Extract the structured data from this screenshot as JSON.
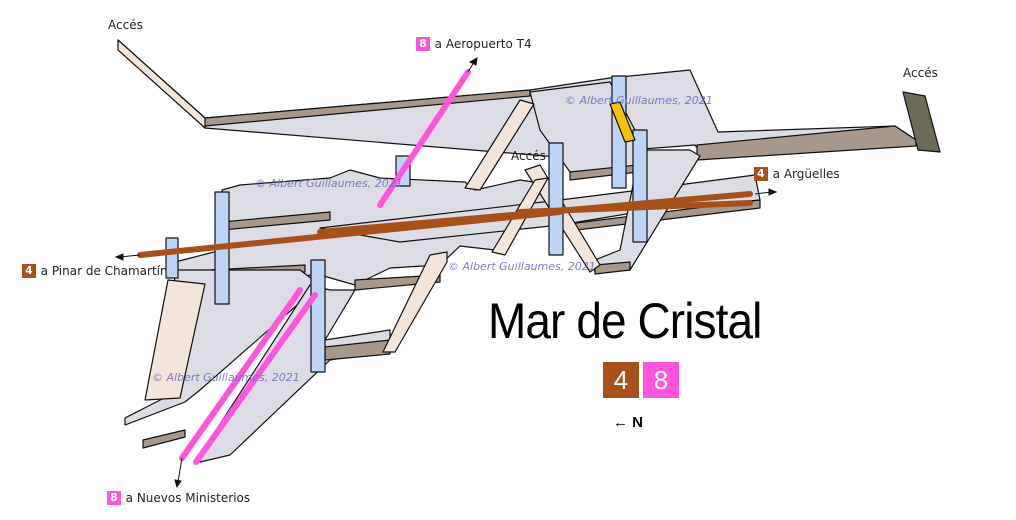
{
  "title": "Mar de Cristal",
  "lines": [
    {
      "number": "4",
      "color": "#a8501c"
    },
    {
      "number": "8",
      "color": "#ff55dd"
    }
  ],
  "north_indicator": {
    "arrow": "←",
    "label": "N"
  },
  "labels": {
    "exit_left": "Accés",
    "exit_right": "Accés",
    "exit_center": "Accés",
    "to_airport": {
      "line": "8",
      "text": "a Aeropuerto T4"
    },
    "to_arguelles": {
      "line": "4",
      "text": "a Argüelles"
    },
    "to_pinar": {
      "line": "4",
      "text": "a Pinar de Chamartín"
    },
    "to_nuevos": {
      "line": "8",
      "text": "a Nuevos Ministerios"
    }
  },
  "watermark": "© Albert Guillaumes, 2021",
  "colors": {
    "platform": "#dcdce4",
    "edge": "#a8988c",
    "wall": "#f3e5da",
    "pillar": "#bcd4f6",
    "escalator": "#f5c400",
    "exit_dark": "#6e6a58"
  }
}
